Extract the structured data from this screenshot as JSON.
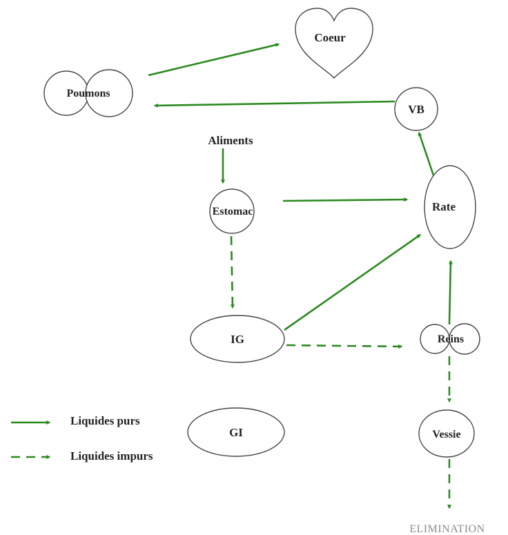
{
  "organs": {
    "coeur": "Coeur",
    "poumons": "Poumons",
    "vb": "VB",
    "aliments": "Aliments",
    "estomac": "Estomac",
    "rate": "Rate",
    "ig": "IG",
    "reins": "Reins",
    "gi": "GI",
    "vessie": "Vessie",
    "elimination": "ELIMINATION"
  },
  "legend": {
    "pure": "Liquides purs",
    "impure": "Liquides impurs"
  },
  "colors": {
    "arrow": "#2a8a1e",
    "outline": "#444444",
    "text": "#222222",
    "elimination_text": "#8c8c8c"
  }
}
